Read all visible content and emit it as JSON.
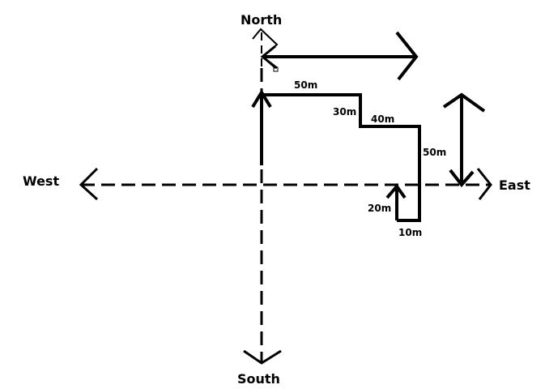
{
  "directions": {
    "north": "North",
    "south": "South",
    "west": "West",
    "east": "East"
  },
  "segments": [
    {
      "id": "seg-50m-top",
      "label": "50m"
    },
    {
      "id": "seg-30m",
      "label": "30m"
    },
    {
      "id": "seg-40m",
      "label": "40m"
    },
    {
      "id": "seg-50m-right",
      "label": "50m"
    },
    {
      "id": "seg-10m",
      "label": "10m"
    },
    {
      "id": "seg-20m",
      "label": "20m"
    }
  ],
  "colors": {
    "stroke": "#000000",
    "background": "#ffffff"
  }
}
